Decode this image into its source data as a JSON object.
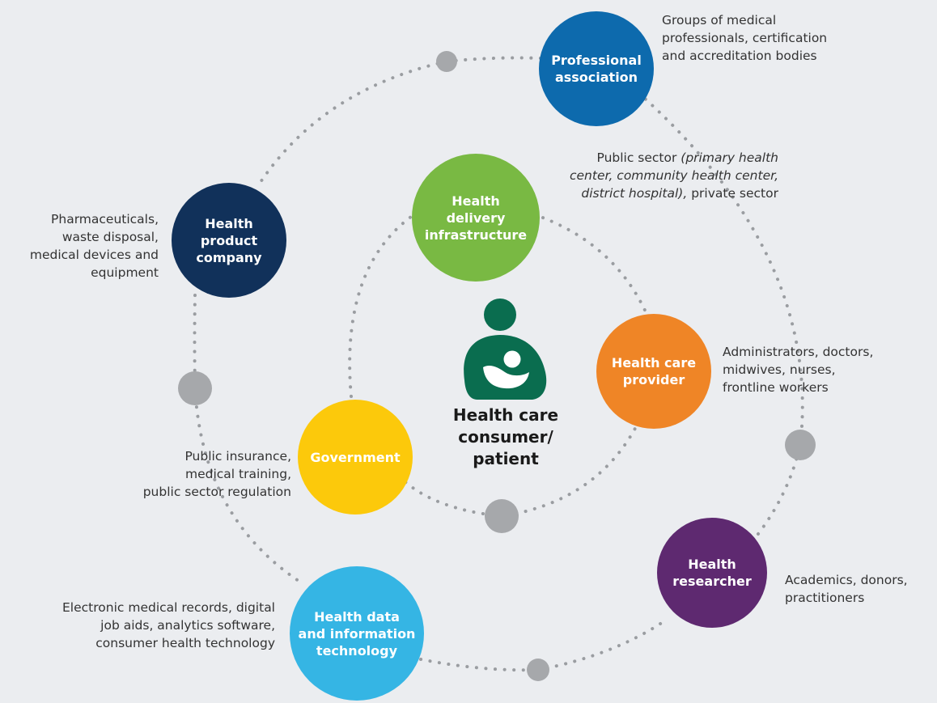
{
  "colors": {
    "background": "#ebedf0",
    "professional": "#0d6aad",
    "product": "#11315a",
    "delivery": "#79b943",
    "provider": "#ef8526",
    "government": "#fcc90b",
    "datatech": "#35b5e4",
    "researcher": "#5e2970",
    "patient_icon": "#0a6d4f",
    "connector_dots": "#9a9da1",
    "waypoint": "#a6a8ab"
  },
  "center": {
    "icon": "mother-and-child-icon",
    "label": "Health care\nconsumer/\npatient"
  },
  "nodes": {
    "professional": {
      "label": "Professional\nassociation",
      "description": "Groups of medical\nprofessionals, certification\nand accreditation bodies"
    },
    "product": {
      "label": "Health\nproduct\ncompany",
      "description": "Pharmaceuticals,\nwaste disposal,\nmedical devices and\nequipment"
    },
    "delivery": {
      "label": "Health\ndelivery\ninfrastructure",
      "description_prefix": "Public sector ",
      "description_italic": "(primary health\ncenter, community health center,\ndistrict hospital),",
      "description_suffix": " private sector"
    },
    "provider": {
      "label": "Health care\nprovider",
      "description": "Administrators, doctors,\nmidwives, nurses,\nfrontline workers"
    },
    "government": {
      "label": "Government",
      "description": "Public insurance,\nmedical training,\npublic sector regulation"
    },
    "datatech": {
      "label": "Health data\nand information\ntechnology",
      "description": "Electronic medical records, digital\njob aids, analytics software,\nconsumer health technology"
    },
    "researcher": {
      "label": "Health\nresearcher",
      "description": "Academics, donors,\npractitioners"
    }
  }
}
